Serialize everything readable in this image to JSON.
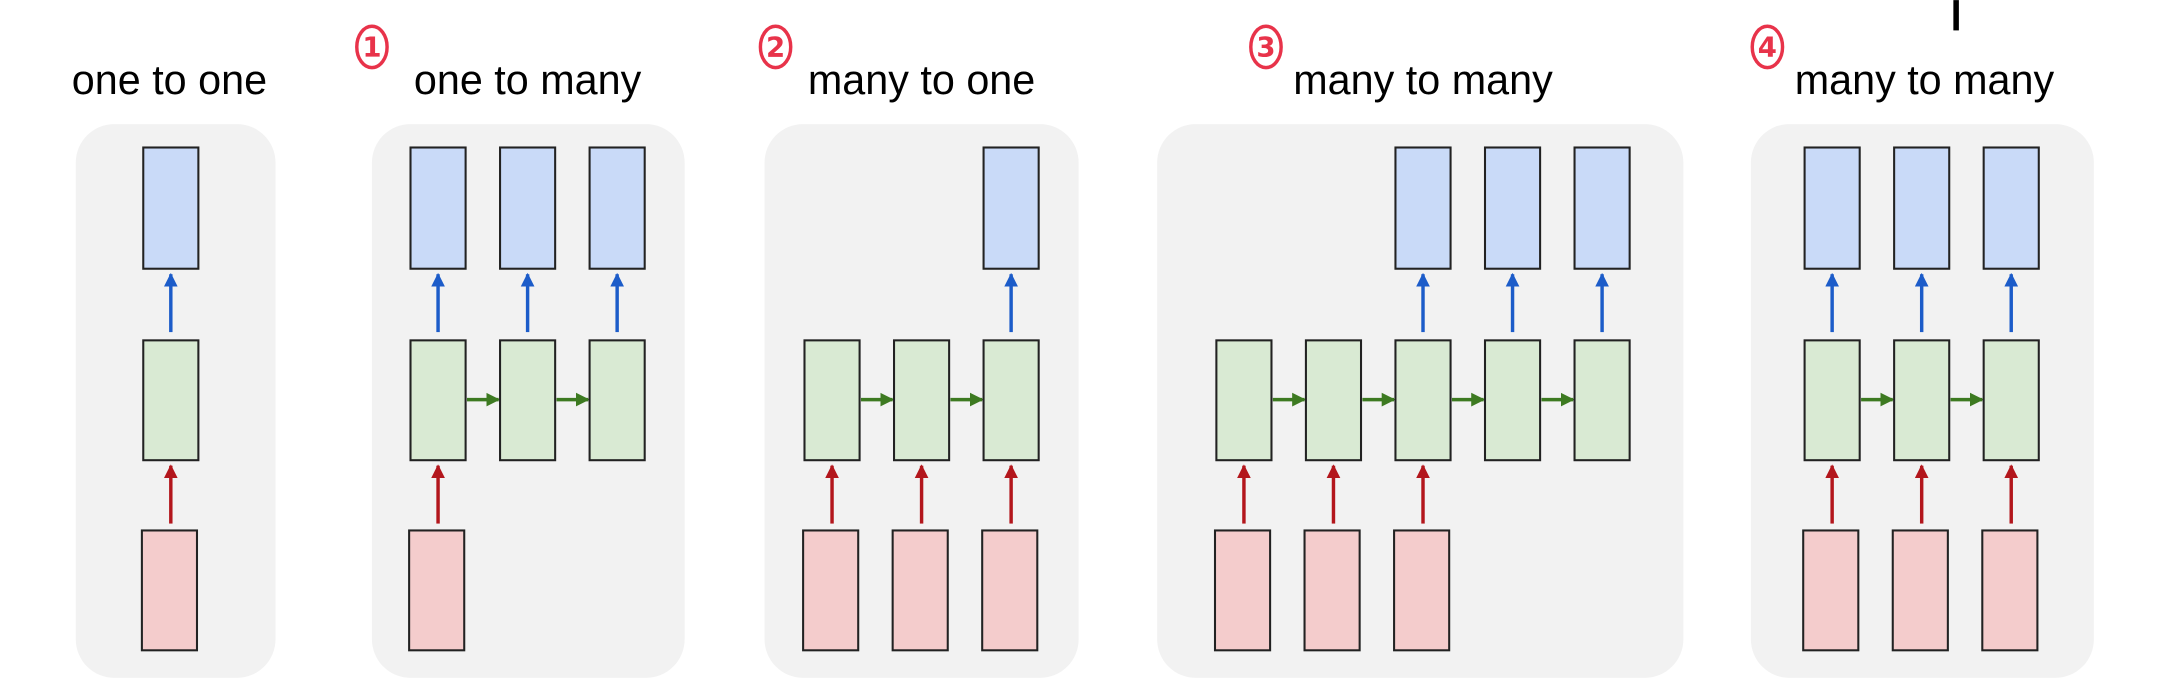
{
  "colors": {
    "panel": "#f2f2f2",
    "input_fill": "#f4cccc",
    "hidden_fill": "#d9ead3",
    "output_fill": "#c9daf8",
    "input_arrow": "#b3161c",
    "hidden_arrow": "#3d7a21",
    "output_arrow": "#1c5cc9",
    "annotation": "#e8334a",
    "stroke": "#222222"
  },
  "panels": [
    {
      "title": "one to one",
      "annotation": null,
      "inputs": [
        1
      ],
      "outputs": [
        1
      ]
    },
    {
      "title": "one to many",
      "annotation": "1",
      "inputs": [
        1,
        0,
        0
      ],
      "outputs": [
        1,
        1,
        1
      ]
    },
    {
      "title": "many to one",
      "annotation": "2",
      "inputs": [
        1,
        1,
        1
      ],
      "outputs": [
        0,
        0,
        1
      ]
    },
    {
      "title": "many to many",
      "annotation": "3",
      "inputs": [
        1,
        1,
        1,
        0,
        0
      ],
      "outputs": [
        0,
        0,
        1,
        1,
        1
      ]
    },
    {
      "title": "many to many",
      "annotation": "4",
      "inputs": [
        1,
        1,
        1
      ],
      "outputs": [
        1,
        1,
        1
      ]
    }
  ]
}
